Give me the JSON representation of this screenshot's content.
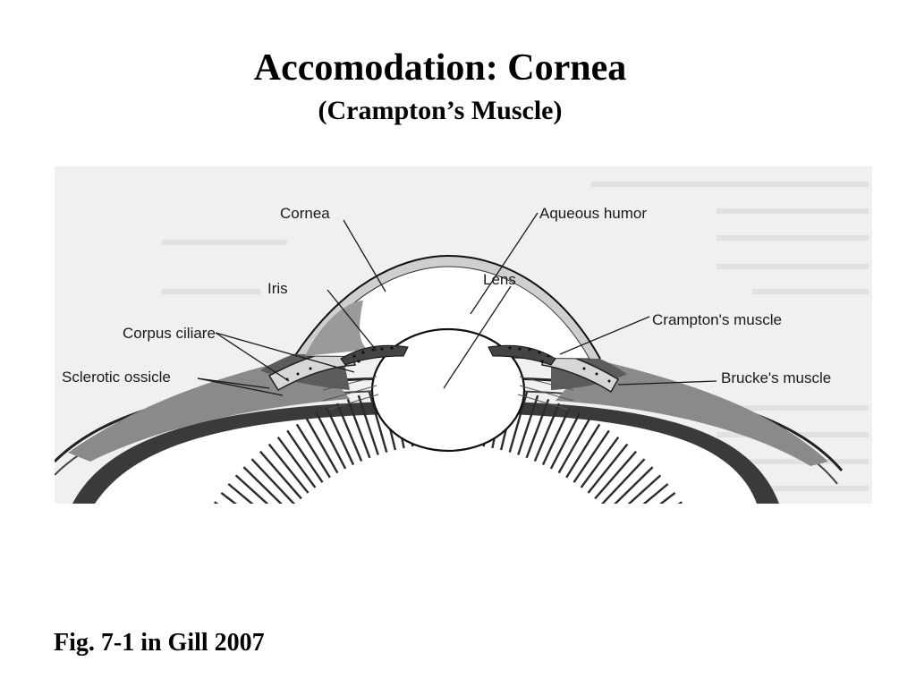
{
  "slide": {
    "title": "Accomodation: Cornea",
    "subtitle": "(Crampton’s Muscle)",
    "caption": "Fig. 7-1 in Gill 2007"
  },
  "figure": {
    "labels": {
      "cornea": "Cornea",
      "aqueous_humor": "Aqueous humor",
      "iris": "Iris",
      "lens": "Lens",
      "cramptons_muscle": "Crampton's muscle",
      "corpus_ciliare": "Corpus ciliare",
      "sclerotic_ossicle": "Sclerotic ossicle",
      "bruckes_muscle": "Brucke's muscle"
    }
  }
}
